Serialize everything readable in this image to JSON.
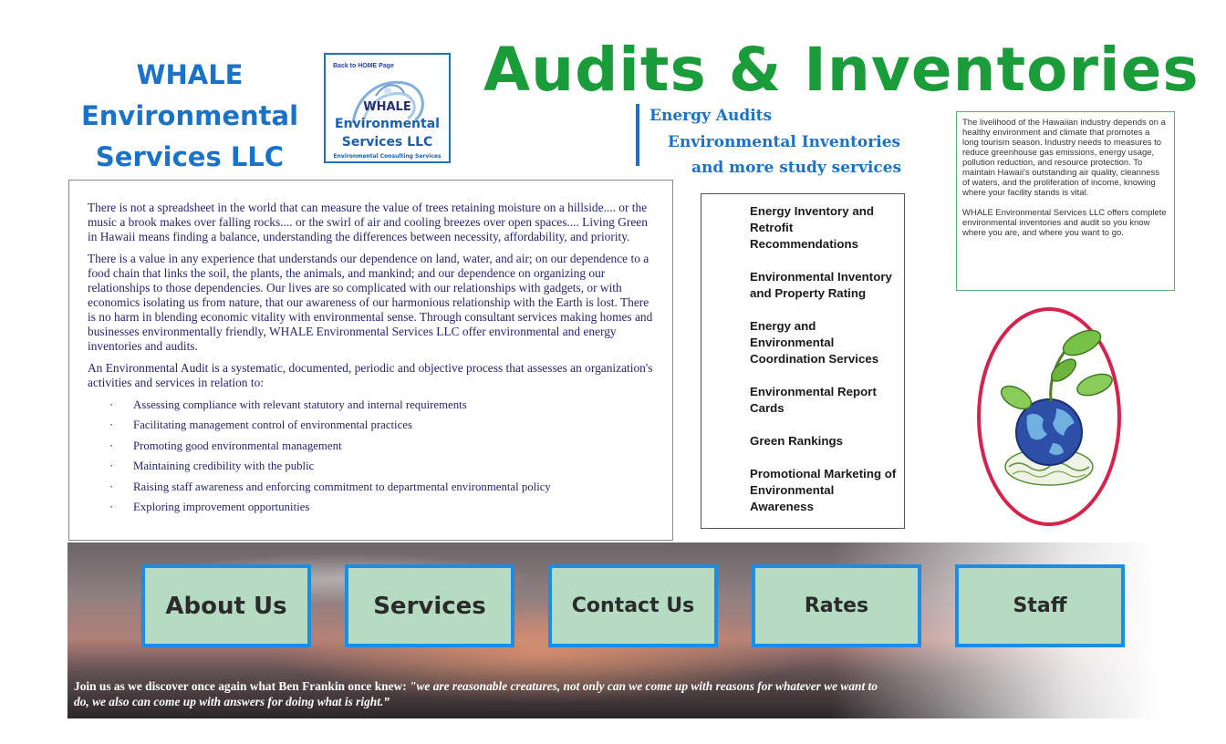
{
  "company": {
    "name_lines": [
      "WHALE",
      "Environmental",
      "Services LLC"
    ]
  },
  "logo": {
    "back_link": "Back to HOME Page",
    "line1": "WHALE",
    "line2": "Environmental",
    "line3": "Services LLC",
    "line4": "Environmental Consulting Services"
  },
  "header": {
    "title": "Audits & Inventories",
    "subtitles": [
      "Energy Audits",
      "Environmental Inventories",
      "and more study services"
    ]
  },
  "intro": {
    "paragraphs": [
      "The livelihood of the Hawaiian industry depends on a healthy environment and climate that promotes a long tourism season. Industry needs to measures to reduce greenhouse gas emissions, energy usage, pollution reduction, and resource protection. To maintain Hawaii's outstanding air quality, cleanness of waters, and the proliferation of income, knowing where your facility stands is vital.",
      "WHALE Environmental Services LLC offers complete environmental inventories and audit so you know where you are, and where you want to go."
    ]
  },
  "main": {
    "paragraphs": [
      "There is not a spreadsheet in the world that can measure the value of trees retaining moisture on a hillside.... or the music a brook makes over falling rocks.... or the swirl of air and cooling breezes over open spaces.... Living Green in Hawaii means finding a balance, understanding the differences between necessity, affordability, and priority.",
      "There is a value in any experience that understands our dependence on land, water, and air; on our dependence to a food chain that links the soil, the plants, the animals, and mankind; and our dependence on organizing our relationships to those dependencies. Our lives are so complicated with our relationships with gadgets, or with economics isolating us from nature, that our awareness of our harmonious relationship with the Earth is lost. There is no harm in blending economic vitality with environmental sense. Through consultant services making homes and businesses environmentally friendly, WHALE Environmental Services LLC offer environmental and energy inventories and audits.",
      "An Environmental Audit is a systematic, documented, periodic and objective process that assesses an organization's activities and services in relation to:"
    ],
    "bullet": "·",
    "bullets": [
      "Assessing compliance with relevant statutory and internal requirements",
      "Facilitating management control of environmental practices",
      "Promoting good environmental management",
      "Maintaining credibility with the public",
      "Raising staff awareness and enforcing commitment to departmental environmental policy",
      "Exploring improvement opportunities"
    ]
  },
  "services": [
    "Energy Inventory and Retrofit Recommendations",
    "Environmental Inventory and Property Rating",
    "Energy and Environmental Coordination Services",
    "Environmental Report Cards",
    "Green Rankings",
    "Promotional Marketing of Environmental Awareness"
  ],
  "nav": {
    "about": "About Us",
    "services": "Services",
    "contact": "Contact Us",
    "rates": "Rates",
    "staff": "Staff"
  },
  "quote": {
    "lead": "Join us as we discover once again what Ben Frankin once knew: ",
    "text": "\"we are reasonable creatures, not only can we come up with reasons for whatever we want to do, we also can come up with answers for doing what is right.”"
  },
  "colors": {
    "brand_blue": "#1a73c8",
    "title_green": "#1a9c3a",
    "nav_fill": "#b5dcc3",
    "nav_border": "#1a8ee6",
    "emblem_ring": "#d8224e"
  },
  "icons": {
    "logo": "whale-swirl-logo",
    "emblem": "globe-with-leaves-icon"
  }
}
